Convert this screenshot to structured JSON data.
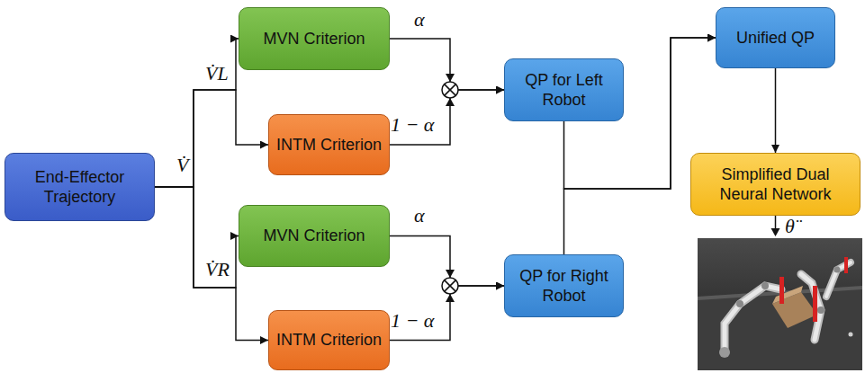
{
  "diagram": {
    "nodes": [
      {
        "text": [
          "End-Effector Trajectory"
        ]
      },
      {
        "text": [
          "MVN Criterion"
        ]
      },
      {
        "text": [
          "INTM Criterion"
        ]
      },
      {
        "text": [
          "MVN Criterion"
        ]
      },
      {
        "text": [
          "INTM Criterion"
        ]
      },
      {
        "text": [
          "QP for Left Robot"
        ]
      },
      {
        "text": [
          "QP for Right Robot"
        ]
      },
      {
        "text": [
          "Unified QP"
        ]
      },
      {
        "text": [
          "Simplified Dual Neural Network"
        ]
      }
    ],
    "edges": [
      {
        "from": 0,
        "to": 1,
        "arrow": "to"
      },
      {
        "from": 0,
        "to": 2,
        "arrow": "to"
      },
      {
        "from": 0,
        "to": 3,
        "arrow": "to"
      },
      {
        "from": 0,
        "to": 4,
        "arrow": "to"
      },
      {
        "from": 1,
        "to": 5,
        "arrow": "to"
      },
      {
        "from": 2,
        "to": 5,
        "arrow": "to"
      },
      {
        "from": 3,
        "to": 6,
        "arrow": "to"
      },
      {
        "from": 4,
        "to": 6,
        "arrow": "to"
      },
      {
        "from": 5,
        "to": 7,
        "arrow": "to"
      },
      {
        "from": 6,
        "to": 7,
        "arrow": "to"
      },
      {
        "from": 7,
        "to": 8,
        "arrow": "to"
      }
    ],
    "labels": [
      "V̇",
      "V̇L",
      "V̇R",
      "α",
      "1 − α",
      "α",
      "1 − α",
      "θ̈"
    ]
  }
}
